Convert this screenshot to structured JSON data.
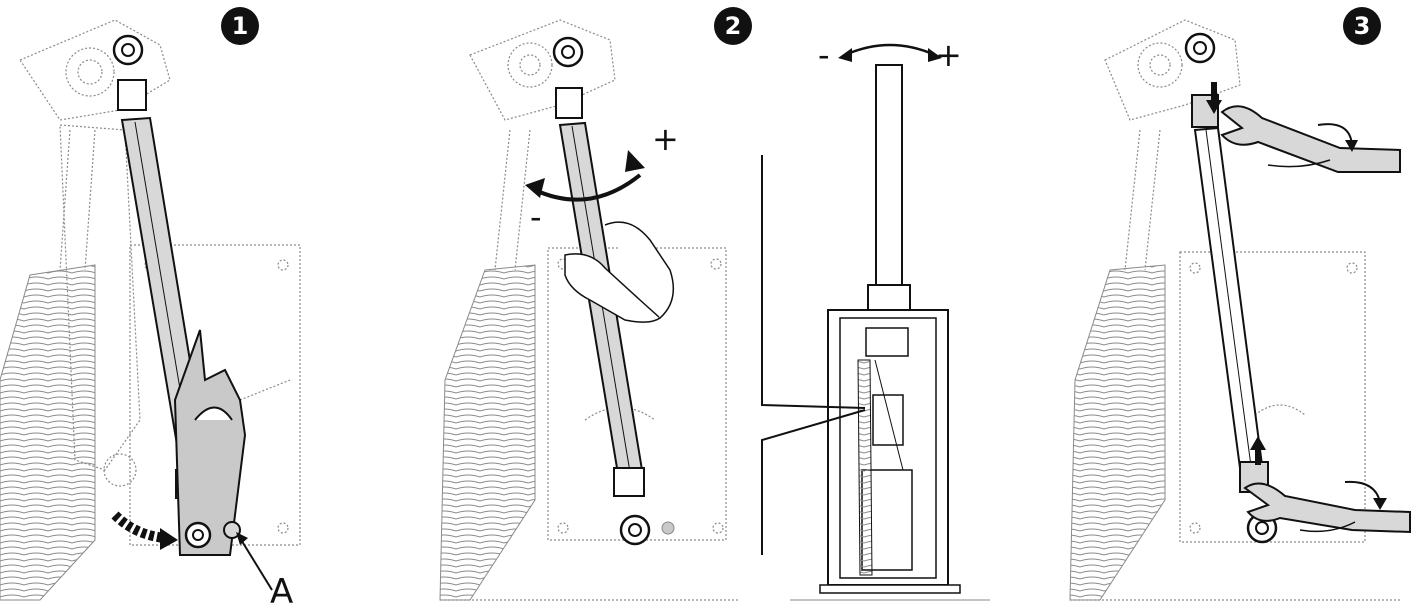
{
  "colors": {
    "ink": "#111111",
    "dotted": "#8a8a8a",
    "shaft": "#d8d8d8",
    "plate": "#c9c9c9",
    "background": "#ffffff"
  },
  "steps": [
    {
      "number": "1"
    },
    {
      "number": "2"
    },
    {
      "number": "3"
    }
  ],
  "labels": {
    "part_a": "A",
    "rotate_plus": "+",
    "rotate_minus": "-",
    "pole_minus": "-",
    "pole_plus": "+"
  },
  "icons": {
    "step_badge": "black-circle-number",
    "push_arrow": "dashed-curved-arrow",
    "rotate_arrow": "curved-double-arrow",
    "wrench": "open-end-wrench",
    "hand": "hand-turning"
  }
}
